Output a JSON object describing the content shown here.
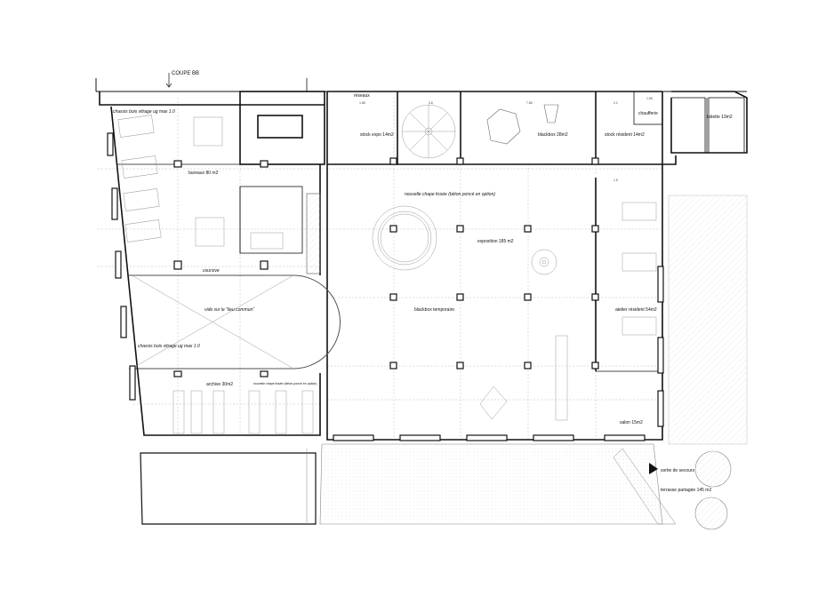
{
  "section_marker": "COUPE BB",
  "rooms": {
    "bureaux": "bureaux 80 m2",
    "coursive": "coursive",
    "void": "vide sur le \"lieu commun\"",
    "archive": "archive 30m2",
    "reseaux": "réseaux",
    "stock_expo": "stock expo 14m2",
    "blackbox": "blackbox 28m2",
    "stock_resident": "stock résident 14m2",
    "chaufferie": "chaufferie",
    "toilette": "toilette 13m2",
    "exposition": "exposition 185 m2",
    "blackbox_temp": "blackbox temporaire",
    "atelier": "atelier résident 54m2",
    "salon": "salon 15m2",
    "sortie": "sortie de secours",
    "terrasse": "terrasse partagée 145 m2"
  },
  "notes": {
    "chassis_top": "chassis bois vitrage ug max 1.0",
    "chassis_mid": "chassis bois vitrage ug max 1.0",
    "chape_main": "nouvelle chape lissée (béton poncé en option)",
    "chape_archive": "nouvelle chape lissée (béton poncé en option)"
  },
  "dimensions": [
    "1.85",
    "3.6",
    "7.80",
    "2.2",
    "1.55",
    "1.8"
  ]
}
